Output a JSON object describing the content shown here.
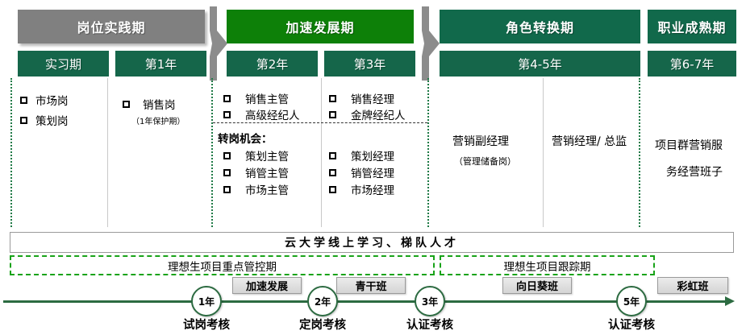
{
  "phases": [
    {
      "title": "岗位实践期",
      "style": "gray"
    },
    {
      "title": "加速发展期",
      "style": "green"
    },
    {
      "title": "角色转换期",
      "style": "teal"
    },
    {
      "title": "职业成熟期",
      "style": "teal"
    }
  ],
  "years": [
    {
      "label": "实习期"
    },
    {
      "label": "第1年"
    },
    {
      "label": "第2年"
    },
    {
      "label": "第3年"
    },
    {
      "label": "第4-5年"
    },
    {
      "label": "第6-7年"
    }
  ],
  "columns": {
    "intern": {
      "items": [
        "市场岗",
        "策划岗"
      ]
    },
    "year1": {
      "items": [
        "销售岗"
      ],
      "note": "（1年保护期）"
    },
    "year2": {
      "primary": [
        "销售主管",
        "高级经纪人"
      ],
      "transfer_heading": "转岗机会：",
      "transfer": [
        "策划主管",
        "销管主管",
        "市场主管"
      ]
    },
    "year3": {
      "primary": [
        "销售经理",
        "金牌经纪人"
      ],
      "transfer": [
        "策划经理",
        "销管经理",
        "市场经理"
      ]
    },
    "year45a": {
      "title": "营销副经理",
      "note": "（管理储备岗）"
    },
    "year45b": {
      "title": "营销经理/ 总监"
    },
    "year67": {
      "line1": "项目群营销服",
      "line2": "务经营班子"
    }
  },
  "bottom": {
    "cloud_bar": "云大学线上学习、梯队人才",
    "dashed_left": "理想生项目重点管控期",
    "dashed_right": "理想生项目跟踪期"
  },
  "timeline": {
    "milestones": [
      {
        "year": "1年",
        "label": "试岗考核"
      },
      {
        "year": "2年",
        "label": "定岗考核"
      },
      {
        "year": "3年",
        "label": "认证考核"
      },
      {
        "year": "5年",
        "label": "认证考核"
      }
    ],
    "training": [
      {
        "label": "加速发展"
      },
      {
        "label": "青干班"
      },
      {
        "label": "向日葵班"
      },
      {
        "label": "彩虹班"
      }
    ]
  },
  "colors": {
    "gray_banner": "#808080",
    "bright_green": "#0d8008",
    "dark_teal": "#11694b",
    "year_box": "#15664a",
    "dashed_green": "#19a319",
    "timeline_green": "#2c6b41"
  }
}
